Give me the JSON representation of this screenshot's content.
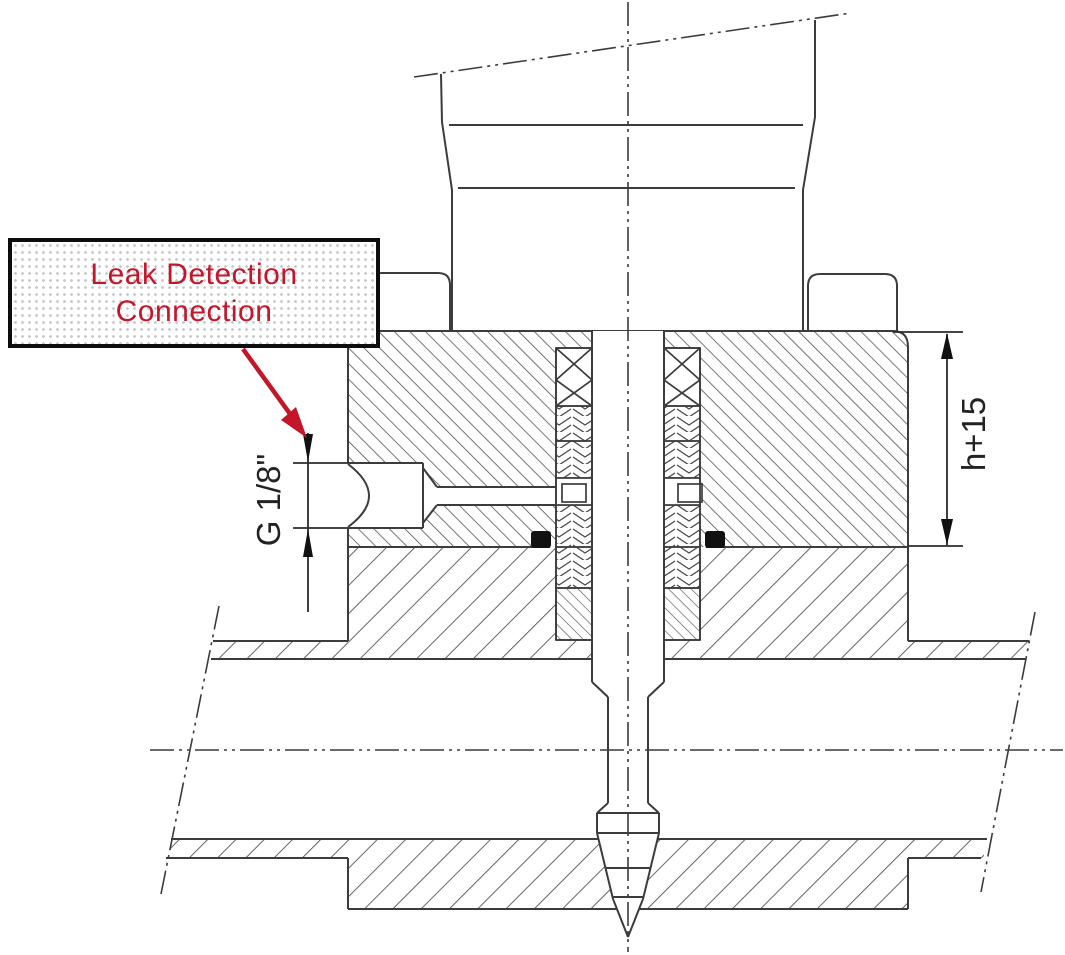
{
  "drawing": {
    "callout": {
      "line1": "Leak Detection",
      "line2": "Connection"
    },
    "labels": {
      "port_size": "G 1/8\"",
      "height_dim": "h+15"
    },
    "colors": {
      "line": "#3c3c3c",
      "accent_red": "#c5152a",
      "callout_dot_gray": "#c9c9c9",
      "oring_black": "#111111",
      "background": "#ffffff"
    }
  }
}
